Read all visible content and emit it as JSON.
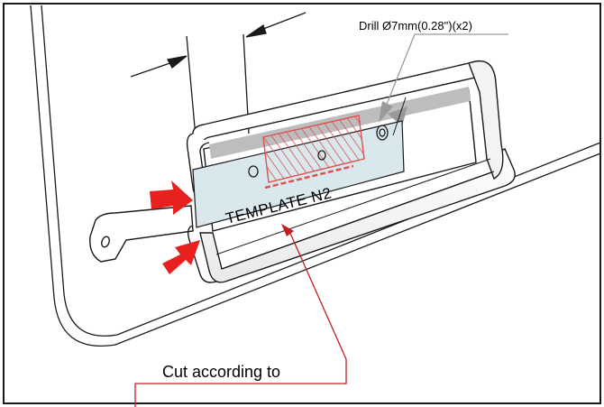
{
  "diagram": {
    "drill_label": "Drill Ø7mm(0.28\")(x2)",
    "template_label": "TEMPLATE N2",
    "cut_label": "Cut according to"
  },
  "colors": {
    "stroke": "#1a1a1a",
    "accent_red": "#e8201e",
    "template_fill": "#d8e8ec",
    "shade_gray": "#9a9a9a",
    "hatch_red": "#e05050"
  }
}
